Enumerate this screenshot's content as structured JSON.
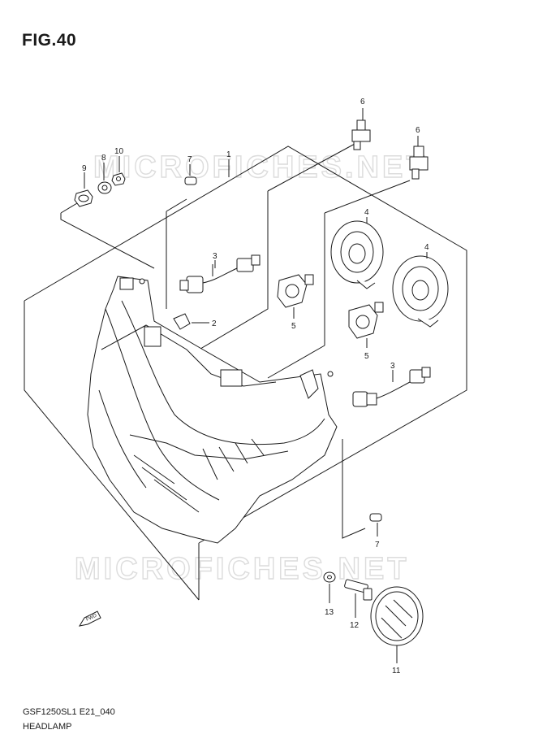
{
  "figure": {
    "title": "FIG.40",
    "model_code": "GSF1250SL1 E21_040",
    "name": "HEADLAMP",
    "fwd_label": "FWD"
  },
  "watermark": {
    "text": "MICROFICHES.NET"
  },
  "callouts": {
    "c1": "1",
    "c2": "2",
    "c3a": "3",
    "c3b": "3",
    "c4a": "4",
    "c4b": "4",
    "c5a": "5",
    "c5b": "5",
    "c6a": "6",
    "c6b": "6",
    "c7a": "7",
    "c7b": "7",
    "c8": "8",
    "c9": "9",
    "c10": "10",
    "c11": "11",
    "c12": "12",
    "c13": "13"
  }
}
